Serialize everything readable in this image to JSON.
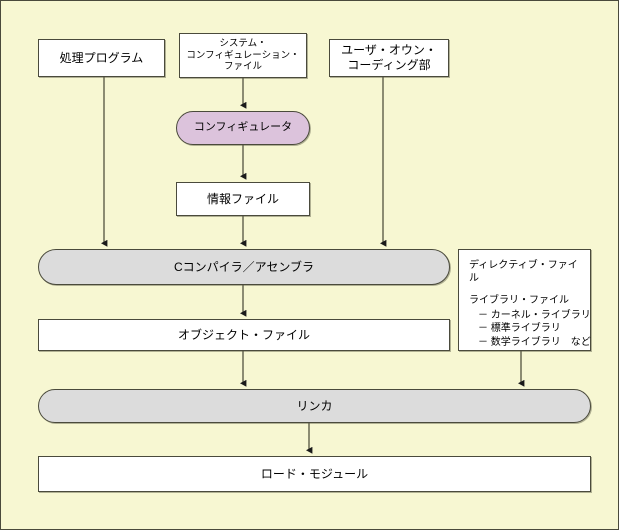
{
  "diagram": {
    "type": "flowchart",
    "background_color": "#f7f7d2",
    "border_color": "#4a4a3c",
    "nodes": {
      "processing_program": {
        "label": "処理プログラム",
        "shape": "rectangle",
        "fill": "#ffffff"
      },
      "system_config_file": {
        "shape": "rectangle",
        "fill": "#ffffff",
        "lines": [
          "システム・",
          "コンフィギュレーション・",
          "ファイル"
        ]
      },
      "user_own_coding": {
        "shape": "rectangle",
        "fill": "#ffffff",
        "lines": [
          "ユーザ・オウン・",
          "コーディング部"
        ]
      },
      "configurator": {
        "label": "コンフィギュレータ",
        "shape": "rounded",
        "fill": "#dcc3dc"
      },
      "info_file": {
        "label": "情報ファイル",
        "shape": "rectangle",
        "fill": "#ffffff"
      },
      "c_compiler": {
        "label": "Cコンパイラ／アセンブラ",
        "shape": "stadium",
        "fill": "#dcdcdc"
      },
      "object_file": {
        "label": "オブジェクト・ファイル",
        "shape": "rectangle",
        "fill": "#ffffff"
      },
      "linker": {
        "label": "リンカ",
        "shape": "stadium",
        "fill": "#dcdcdc"
      },
      "load_module": {
        "label": "ロード・モジュール",
        "shape": "rectangle",
        "fill": "#ffffff"
      },
      "directive_file": {
        "shape": "rectangle",
        "fill": "#ffffff",
        "title": "ディレクティブ・ファイル",
        "subtitle": "ライブラリ・ファイル",
        "items": [
          "－ カーネル・ライブラリ",
          "－ 標準ライブラリ",
          "－ 数学ライブラリ　など"
        ]
      }
    },
    "edges": [
      {
        "from": "processing_program",
        "to": "c_compiler"
      },
      {
        "from": "system_config_file",
        "to": "configurator"
      },
      {
        "from": "configurator",
        "to": "info_file"
      },
      {
        "from": "info_file",
        "to": "c_compiler"
      },
      {
        "from": "user_own_coding",
        "to": "c_compiler"
      },
      {
        "from": "c_compiler",
        "to": "object_file"
      },
      {
        "from": "object_file",
        "to": "linker"
      },
      {
        "from": "directive_file",
        "to": "linker"
      },
      {
        "from": "linker",
        "to": "load_module"
      }
    ]
  }
}
